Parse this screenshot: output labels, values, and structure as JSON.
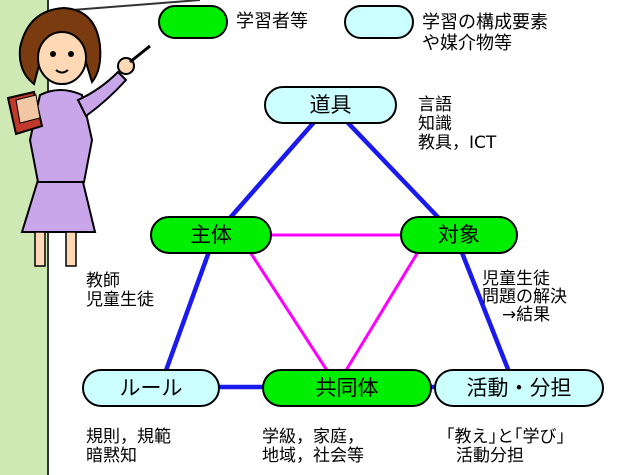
{
  "legend": {
    "learner_label": "学習者等",
    "component_label_lines": [
      "学習の構成要素",
      "や媒介物等"
    ]
  },
  "nodes": {
    "tool": "道具",
    "subject": "主体",
    "object": "対象",
    "rule": "ルール",
    "community": "共同体",
    "division": "活動・分担"
  },
  "annotations": {
    "tool": [
      "言語",
      "知識",
      "教具，ICT"
    ],
    "subject": [
      "教師",
      "児童生徒"
    ],
    "object": [
      "児童生徒",
      "問題の解決",
      "→結果"
    ],
    "rule": [
      "規則，規範",
      "暗黙知"
    ],
    "community": [
      "学級，家庭，",
      "地域，社会等"
    ],
    "division": [
      "｢教え｣と｢学び｣",
      "活動分担"
    ]
  },
  "colors": {
    "learner_fill": "#00ee00",
    "component_fill": "#ccffff",
    "outer_triangle": "#1a1aee",
    "inner_triangle": "#ff00ff",
    "sidebar": "#cfe9b5"
  }
}
